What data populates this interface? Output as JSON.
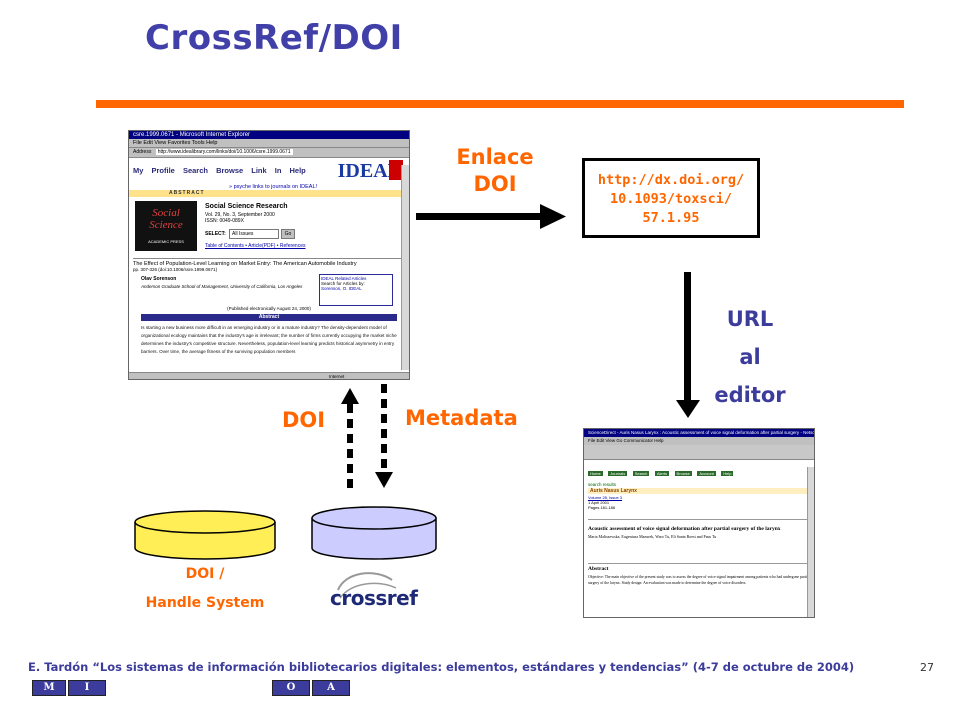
{
  "slide": {
    "title": "CrossRef/DOI",
    "enlace_line1": "Enlace",
    "enlace_line2": "DOI",
    "url_line1": "http://dx.doi.org/",
    "url_line2": "10.1093/toxsci/",
    "url_line3": "57.1.95",
    "url_al_line1": "URL",
    "url_al_line2": "al",
    "url_al_line3": "editor",
    "doi_label": "DOI",
    "metadata_label": "Metadata",
    "handle_line1": "DOI /",
    "handle_line2": "Handle System",
    "crossref_logo": "crossref"
  },
  "shot1": {
    "window_title": "csre.1999.0671 - Microsoft Internet Explorer",
    "menu": "File  Edit  View  Favorites  Tools  Help",
    "address_label": "Address",
    "address": "http://www.idealibrary.com/links/doi/10.1006/csre.1999.0671",
    "nav": [
      "My Profile",
      "Search",
      "Browse",
      "Link In",
      "Help"
    ],
    "brand": "IDEAL",
    "promo": "» psyche links to journals on IDEAL!",
    "abstract_strip": "ABSTRACT",
    "journal_title": "Social Science Research",
    "journal_info1": "Vol. 29, No. 3, September 2000",
    "journal_info2": "ISSN: 0049-089X",
    "cover_text1": "Social",
    "cover_text2": "Science",
    "cover_text3": "ACADEMIC PRESS",
    "select_label": "SELECT:",
    "select_value": "All Issues",
    "go": "Go",
    "toc_links": "Table of Contents  •  Article(PDF)  •  References",
    "article_title": "The Effect of Population-Level Learning on Market Entry: The American Automobile Industry",
    "article_pages": "pp. 307-326 (doi:10.1006/ssre.1999.0671)",
    "author": "Olav Sorenson",
    "affiliation": "Anderson Graduate School of Management, University of California, Los Angeles",
    "related_title": "IDEAL Related Articles",
    "related_text": "Search for Articles by:",
    "related_item": "Sorenson, O. IDEAL",
    "published": "(Published electronically August 24, 2000)",
    "abstract_header": "Abstract",
    "abstract_text": "Is starting a new business more difficult in an emerging industry or in a mature industry? The density-dependent model of organizational ecology maintains that the industry's age is irrelevant; the number of firms currently occupying the market niche determines the industry's competitive structure. Nevertheless, population-level learning predicts historical asymmetry in entry barriers. Over time, the average fitness of the surviving population members",
    "status": "Internet"
  },
  "shot2": {
    "window_title": "ScienceDirect - Auris Nasus Larynx : Acoustic assessment of voice signal deformation after partial surgery - Netscape",
    "menu": "File  Edit  View  Go  Communicator  Help",
    "buttons": [
      "Home",
      "Journals",
      "Search",
      "Alerts",
      "Browse",
      "Account",
      "Help"
    ],
    "results": "search results",
    "journal": "Auris Nasus Larynx",
    "vol": "Volume 28, Issue 3",
    "vol2": "1 April 2001",
    "pages": "Pages 181-186",
    "article_title": "Acoustic assessment of voice signal deformation after partial surgery of the larynx",
    "authors": "Marta Maliszewska, Eugeniusz Mazurek, Waro Tu, Eli Santa Roest and Paus Tu",
    "abstract_header": "Abstract",
    "abstract_text": "Objective: The main objective of the present study was to assess the degree of voice signal impairment among patients who had undergone partial surgery of the larynx. Study design: An evaluation was made to determine the degree of voice disorders."
  },
  "footer": {
    "text": "E. Tardón    “Los sistemas de información bibliotecarios digitales: elementos, estándares y tendencias” (4-7 de octubre de 2004)",
    "page": "27",
    "nav_m": "M",
    "nav_i": "I",
    "nav_o": "O",
    "nav_a": "A"
  }
}
